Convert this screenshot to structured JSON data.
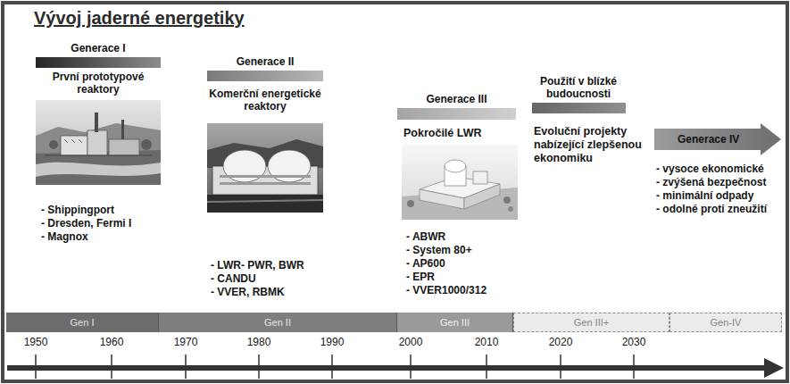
{
  "diagram": {
    "title": "Vývoj jaderné energetiky",
    "nodes": [
      {
        "text": [
          "Generace I"
        ]
      },
      {
        "text": [
          "Generace II"
        ]
      },
      {
        "text": [
          "Generace III"
        ]
      },
      {
        "text": [
          "Použití v blízké budoucnosti"
        ]
      },
      {
        "text": [
          "Generace IV"
        ]
      },
      {
        "text": [
          "Gen I"
        ]
      },
      {
        "text": [
          "Gen II"
        ]
      },
      {
        "text": [
          "Gen III"
        ]
      },
      {
        "text": [
          "Gen III+"
        ]
      },
      {
        "text": [
          "Gen-IV"
        ]
      }
    ],
    "labels": [
      "První prototypové reaktory",
      "- Shippingport",
      "- Dresden, Fermi I",
      "- Magnox",
      "Komerční energetické reaktory",
      "- LWR- PWR, BWR",
      "- CANDU",
      "- VVER, RBMK",
      "Pokročilé LWR",
      "- ABWR",
      "- System 80+",
      "- AP600",
      "- EPR",
      "- VVER1000/312",
      "Evoluční projekty nabízející zlepšenou ekonomiku",
      "- vysoce ekonomické",
      "- zvýšená bezpečnost",
      "- minimální odpady",
      "- odolné proti zneužití",
      "1950",
      "1960",
      "1970",
      "1980",
      "1990",
      "2000",
      "2010",
      "2020",
      "2030"
    ]
  }
}
